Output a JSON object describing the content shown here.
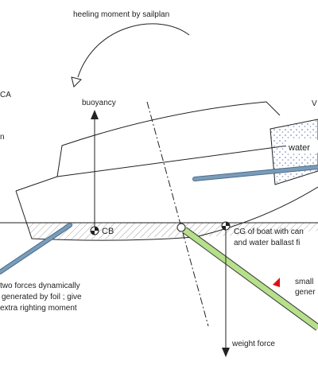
{
  "labels": {
    "heeling_moment": "heeling moment by sailplan",
    "buoyancy": "buoyancy",
    "cb": "CB",
    "water": "water",
    "cg_line1": "CG of boat with can",
    "cg_line2": "and water ballast fi",
    "foil_forces_line1": "two forces dynamically",
    "foil_forces_line2": "generated by foil ; give",
    "foil_forces_line3": "extra righting moment",
    "small_line1": "small",
    "small_line2": "gener",
    "weight_force": "weight force",
    "left_fragment_1": "CA",
    "left_fragment_2": "n",
    "right_fragment": "V"
  },
  "colors": {
    "foil_blue": "#6b8fae",
    "foil_green": "#b6e08a",
    "red_marker": "#e01010",
    "water_dots": "#8090b8"
  },
  "icons": {
    "center_marker": "center-of-mass-icon"
  }
}
